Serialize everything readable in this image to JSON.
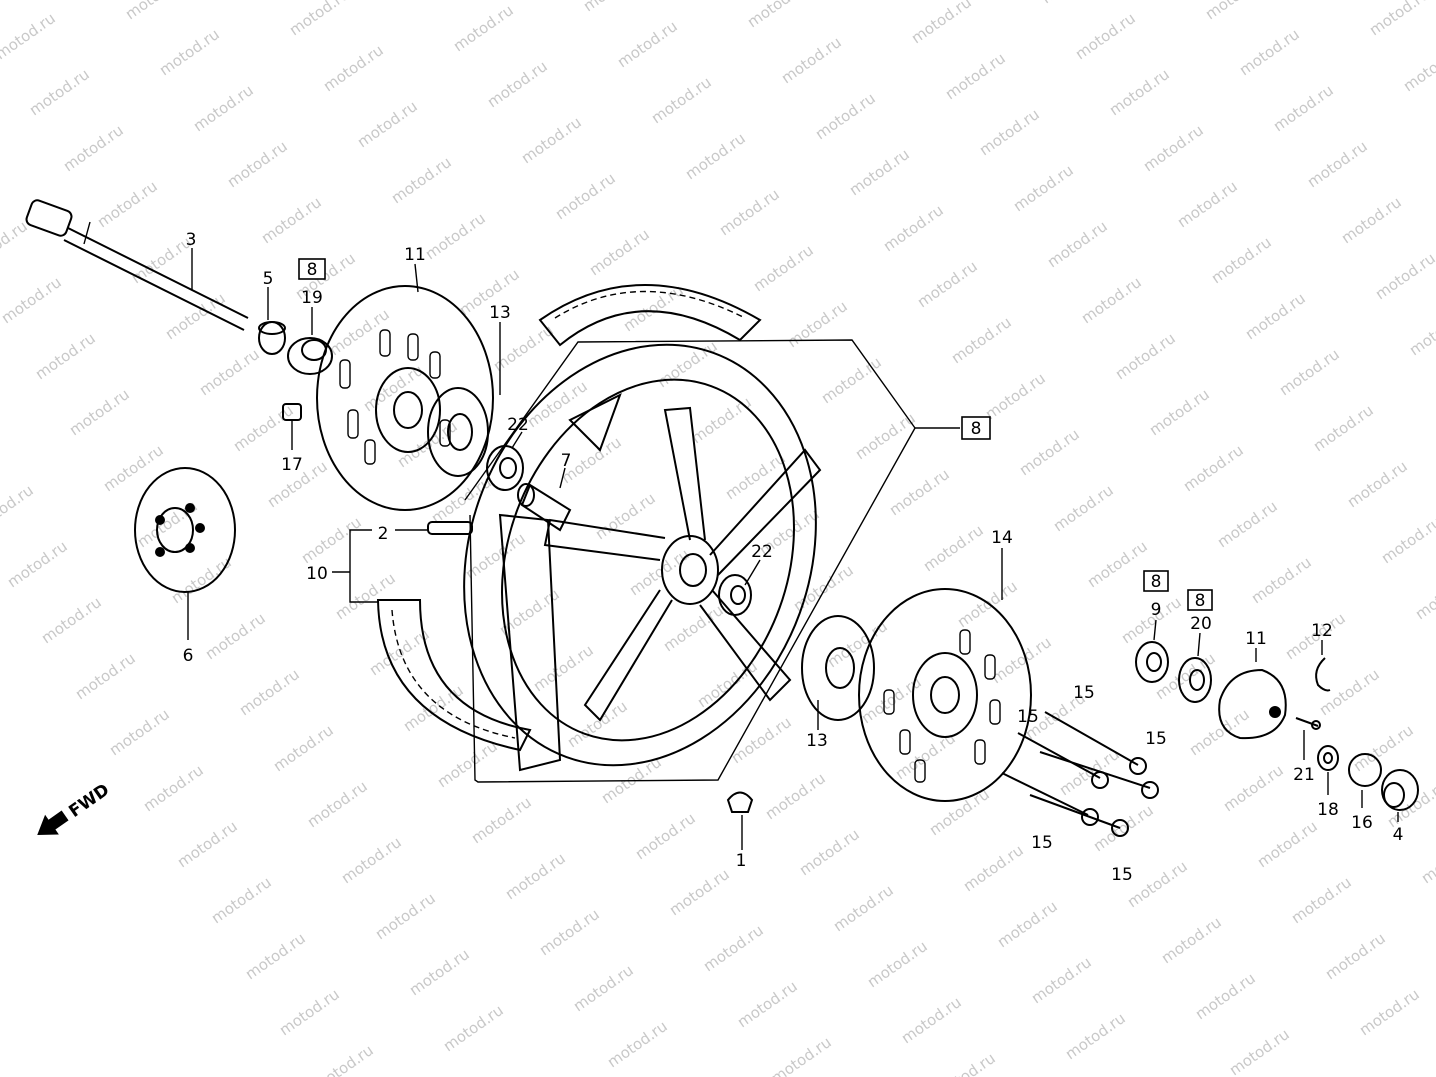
{
  "watermark": "motod.ru",
  "fwd_label": "FWD",
  "callouts": {
    "c1": "1",
    "c2": "2",
    "c3": "3",
    "c4": "4",
    "c5": "5",
    "c6": "6",
    "c7": "7",
    "c8_main": "8",
    "c8_a": "8",
    "c8_b": "8",
    "c8_c": "8",
    "c9": "9",
    "c10": "10",
    "c11_left": "11",
    "c11_right": "11",
    "c12": "12",
    "c13_top": "13",
    "c13_bottom": "13",
    "c14": "14",
    "c15_a": "15",
    "c15_b": "15",
    "c15_c": "15",
    "c15_d": "15",
    "c15_e": "15",
    "c16": "16",
    "c17": "17",
    "c18": "18",
    "c19": "19",
    "c20": "20",
    "c21": "21",
    "c22_top": "22",
    "c22_mid": "22"
  }
}
